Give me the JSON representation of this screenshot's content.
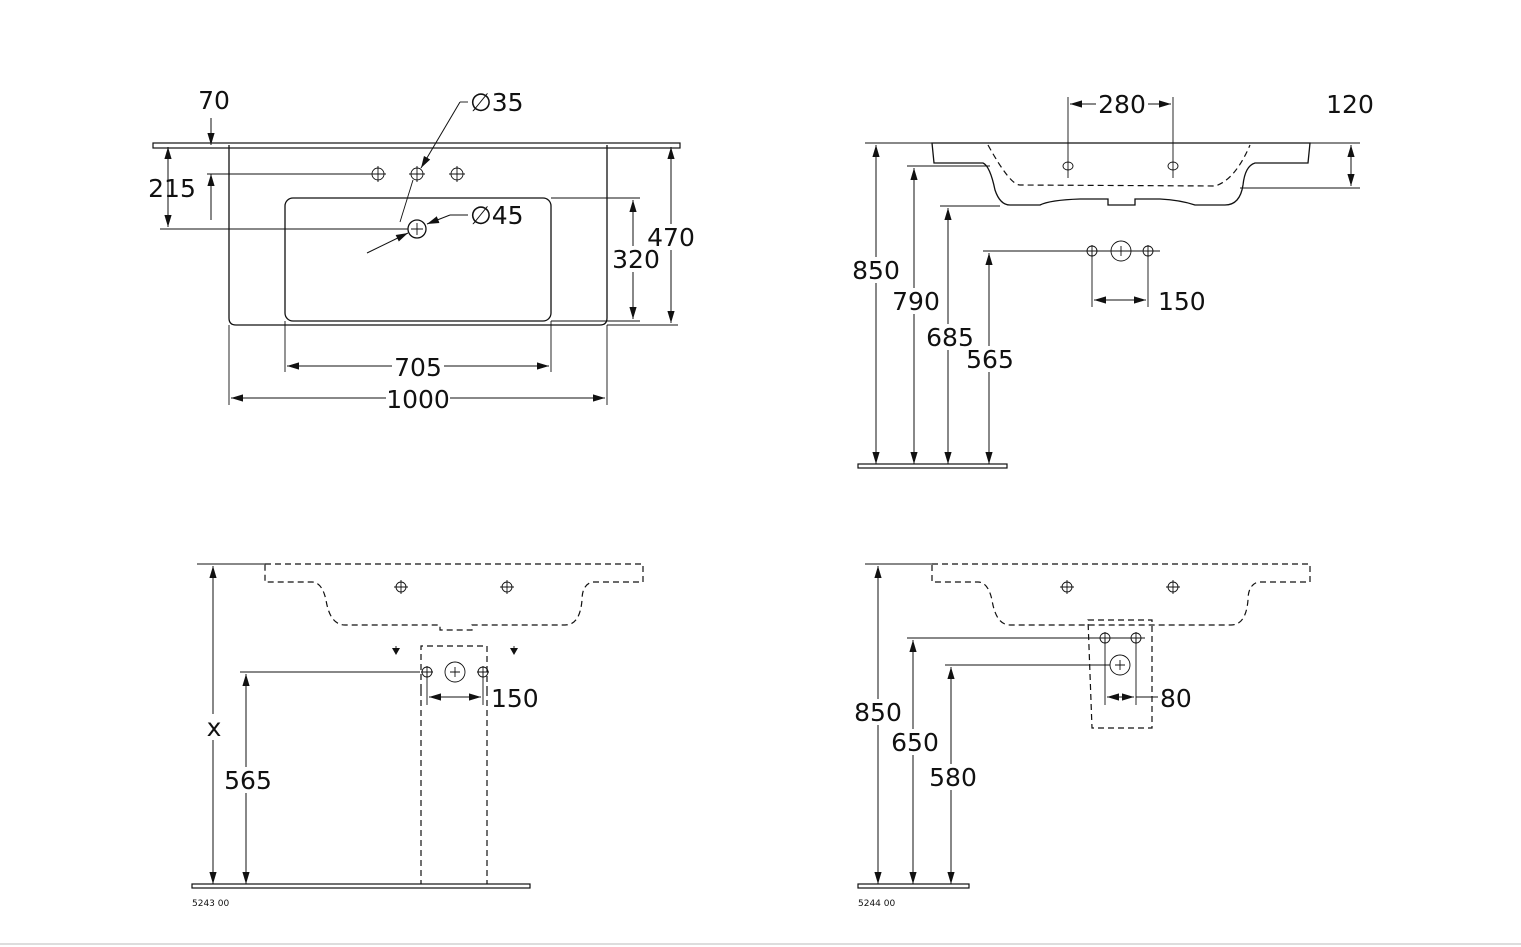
{
  "top_view": {
    "dim_70": "70",
    "dim_tap_hole": "∅35",
    "dim_215": "215",
    "dim_drain": "∅45",
    "dim_470": "470",
    "dim_320": "320",
    "dim_705": "705",
    "dim_1000": "1000"
  },
  "side_view": {
    "dim_280": "280",
    "dim_120": "120",
    "dim_850": "850",
    "dim_790": "790",
    "dim_685": "685",
    "dim_565": "565",
    "dim_150": "150"
  },
  "front_view_5243": {
    "dim_x": "x",
    "dim_565": "565",
    "dim_150": "150",
    "article_code": "5243 00"
  },
  "front_view_5244": {
    "dim_850": "850",
    "dim_650": "650",
    "dim_580": "580",
    "dim_80": "80",
    "article_code": "5244 00"
  }
}
